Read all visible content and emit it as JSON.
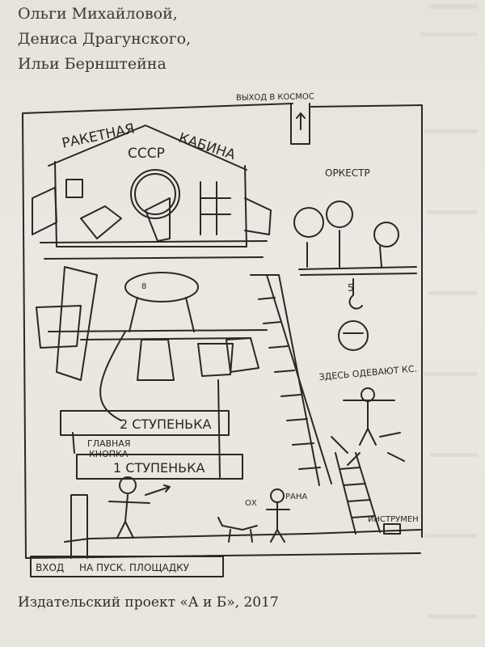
{
  "credits": {
    "line1": "Ольги Михайловой,",
    "line2": "Дениса Драгунского,",
    "line3": "Ильи Бернштейна"
  },
  "caption": "Издательский проект «А и Б», 2017",
  "drawing": {
    "exit_space": "ВЫХОД В КОСМОС",
    "rocket_cabin_1": "РАКЕТНАЯ",
    "rocket_cabin_2": "КАБИНА",
    "ussr": "СССР",
    "orchestra": "ОРКЕСТР",
    "here_done": "ЗДЕСЬ ОДЕВАЮТ КС.",
    "stage2": "2 СТУПЕНЬКА",
    "main_button_1": "ГЛАВНАЯ",
    "main_button_2": "КНОПКА",
    "stage1": "1 СТУПЕНЬКА",
    "oh": "ОХ",
    "wound": "РАНА",
    "tools": "ИНСТРУМЕН",
    "entrance": "ВХОД",
    "to_launch_pad": "НА ПУСК. ПЛОЩАДКУ",
    "plate_number": "8",
    "hook_number": "5"
  }
}
